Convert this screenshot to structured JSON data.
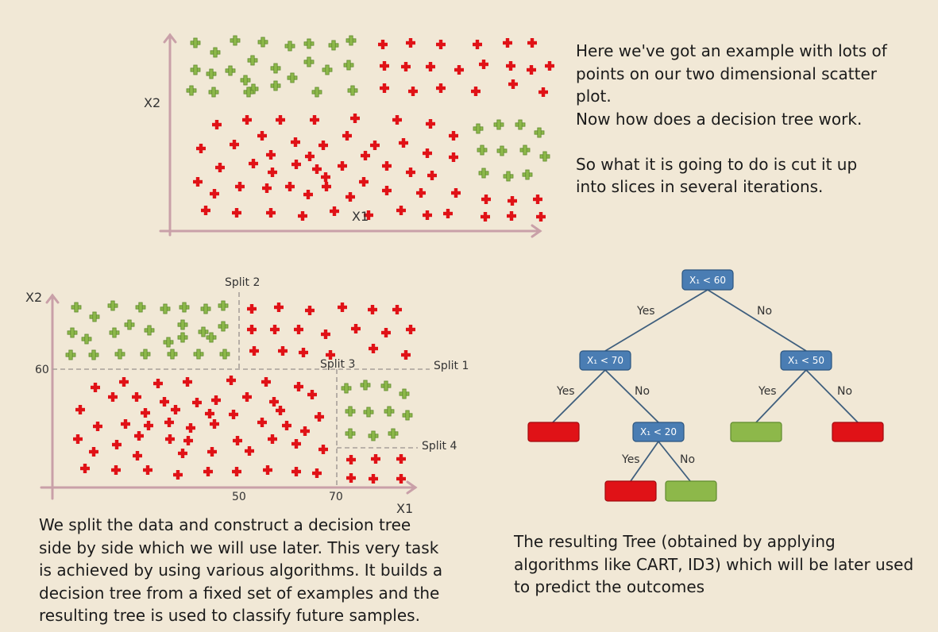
{
  "top_plot": {
    "x_label": "X1",
    "y_label": "X2"
  },
  "split_plot": {
    "x_label": "X1",
    "y_label": "X2",
    "y_tick": "60",
    "x_ticks": [
      "50",
      "70"
    ],
    "splits": [
      "Split 1",
      "Split 2",
      "Split 3",
      "Split 4"
    ]
  },
  "tree": {
    "root": "X₁ < 60",
    "left": "X₁ < 70",
    "right": "X₁ < 50",
    "leftright": "X₁ < 20",
    "yes": "Yes",
    "no": "No"
  },
  "colors": {
    "background": "#f1e8d6",
    "class_red": "#e01217",
    "class_green": "#8db84a",
    "node_blue": "#4a7db3",
    "axis": "#c9a0a8"
  },
  "texts": {
    "top_paragraph": [
      "Here we've got an example with lots of",
      "points on our two dimensional scatter",
      "plot.",
      "Now how does a decision tree work.",
      "",
      "So what it is going to do is cut it up",
      "into slices in several iterations."
    ],
    "left_paragraph": [
      "We split the data and construct a decision tree",
      "side by side which we will use later. This very task",
      "is achieved by using various algorithms. It builds a",
      "decision tree from a fixed set of examples and the",
      "resulting tree is used to classify future samples."
    ],
    "right_paragraph": [
      "The resulting Tree (obtained by applying",
      "algorithms like CART, ID3) which will be later used",
      "to predict the outcomes"
    ]
  }
}
